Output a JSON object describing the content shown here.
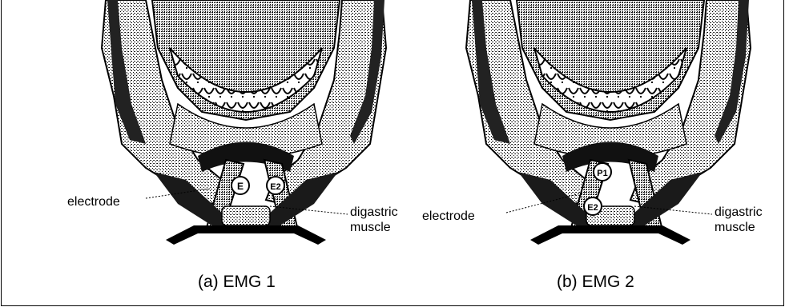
{
  "panels": [
    {
      "caption": "(a) EMG 1",
      "left_label": "electrode",
      "right_label_line1": "digastric",
      "right_label_line2": "muscle",
      "electrode_labels": [
        "E",
        "E2"
      ]
    },
    {
      "caption": "(b) EMG 2",
      "left_label": "electrode",
      "right_label_line1": "digastric",
      "right_label_line2": "muscle",
      "electrode_labels": [
        "P1",
        "E2"
      ]
    }
  ]
}
